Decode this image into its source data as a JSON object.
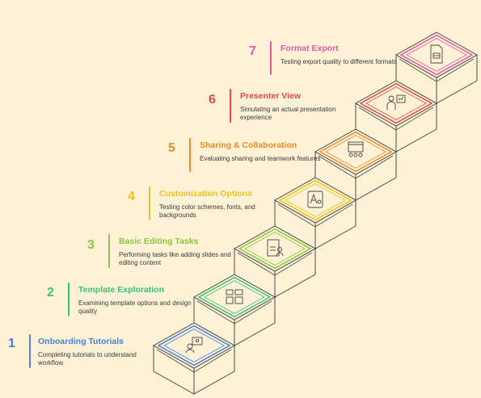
{
  "steps": [
    {
      "number": "1",
      "title": "Onboarding Tutorials",
      "description": "Completing tutorials to understand workflow",
      "color": "#4a7fd6",
      "icon": "tutorial-user-icon"
    },
    {
      "number": "2",
      "title": "Template Exploration",
      "description": "Examining template options and design quality",
      "color": "#3dbf7a",
      "icon": "template-grid-icon"
    },
    {
      "number": "3",
      "title": "Basic Editing Tasks",
      "description": "Performing tasks like adding slides and editing content",
      "color": "#8cc63f",
      "icon": "slide-edit-icon"
    },
    {
      "number": "4",
      "title": "Customization Options",
      "description": "Testing color schemes, fonts, and backgrounds",
      "color": "#e9c21c",
      "icon": "font-style-icon"
    },
    {
      "number": "5",
      "title": "Sharing & Collaboration",
      "description": "Evaluating sharing and teamwork features",
      "color": "#ec8a2c",
      "icon": "team-window-icon"
    },
    {
      "number": "6",
      "title": "Presenter View",
      "description": "Simulating an actual presentation experience",
      "color": "#e2484a",
      "icon": "presenter-board-icon"
    },
    {
      "number": "7",
      "title": "Format Export",
      "description": "Testing export quality to different formats",
      "color": "#e15aa8",
      "icon": "export-document-icon"
    }
  ]
}
